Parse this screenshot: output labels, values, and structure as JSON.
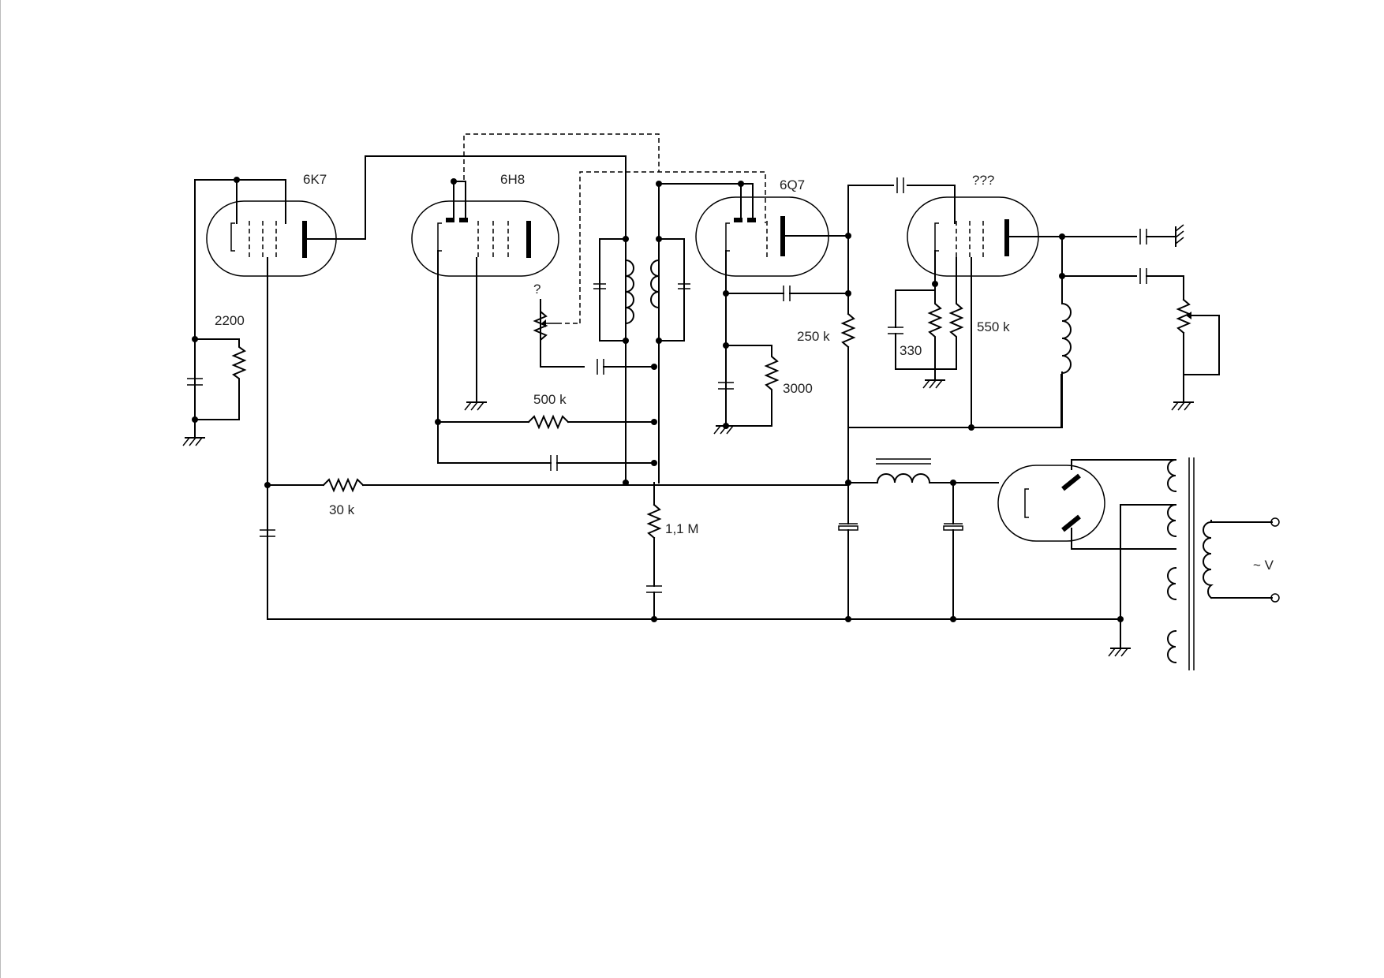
{
  "tubes": {
    "t1": "6K7",
    "t2": "6H8",
    "t3": "6Q7",
    "t4": "???"
  },
  "components": {
    "r_2200": "2200",
    "r_30k": "30 k",
    "r_500k": "500 k",
    "r_1_1M": "1,1 M",
    "r_3000": "3000",
    "r_250k": "250 k",
    "r_330": "330",
    "r_550k": "550 k",
    "pot_unknown": "?",
    "ac_input": "~ V"
  }
}
